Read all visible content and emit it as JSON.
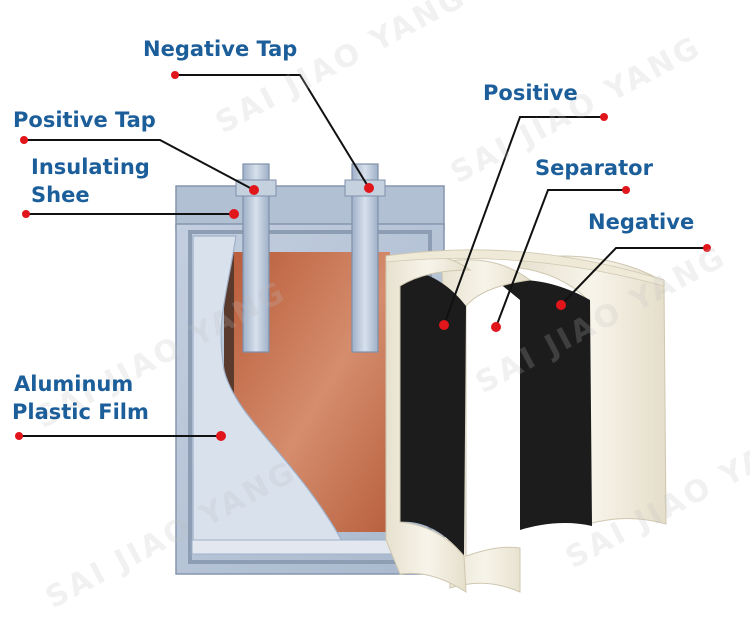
{
  "labels": {
    "negative_tap": "Negative Tap",
    "positive_tap": "Positive Tap",
    "insulating_line1": "Insulating",
    "insulating_line2": "Shee",
    "aluminum_line1": "Aluminum",
    "aluminum_line2": "Plastic Film",
    "positive": "Positive",
    "separator": "Separator",
    "negative": "Negative"
  },
  "watermark": "SAI JIAO YANG",
  "colors": {
    "label_text": "#1b5e9a",
    "leader_dot": "#e0161b",
    "leader_line": "#111111",
    "casing": "#b9c6d8",
    "casing_edge": "#8596ad",
    "copper": "#c4704c",
    "electrode_black": "#1c1c1c",
    "separator_cream": "#f2eee2"
  }
}
